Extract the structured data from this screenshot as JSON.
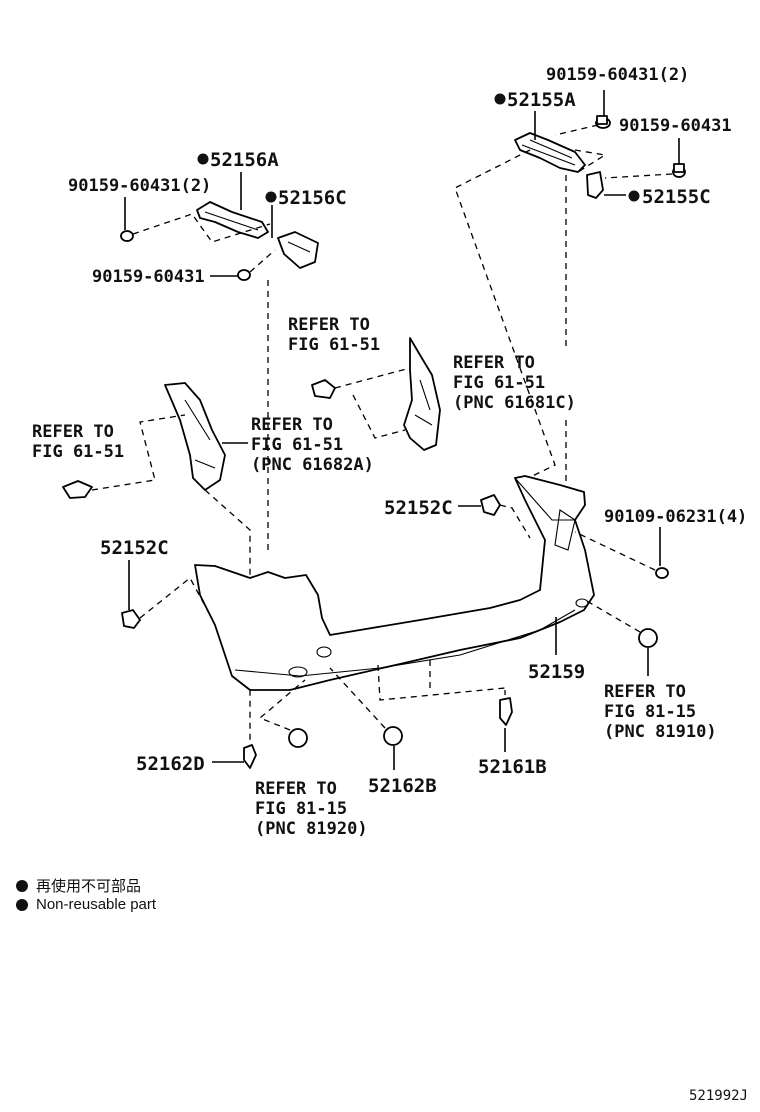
{
  "labels": {
    "p_52155A": "52155A",
    "p_90159_60431_2_top": "90159-60431(2)",
    "p_90159_60431_right": "90159-60431",
    "p_52155C": "52155C",
    "p_52156A": "52156A",
    "p_90159_60431_2_left": "90159-60431(2)",
    "p_52156C": "52156C",
    "p_90159_60431_left": "90159-60431",
    "p_52152C_mid": "52152C",
    "p_52152C_left": "52152C",
    "p_90109_06231_4": "90109-06231(4)",
    "p_52159": "52159",
    "p_52162D": "52162D",
    "p_52162B": "52162B",
    "p_52161B": "52161B"
  },
  "refs": {
    "ref_center": [
      "REFER TO",
      "FIG 61-51"
    ],
    "ref_right": [
      "REFER TO",
      "FIG 61-51",
      "(PNC 61681C)"
    ],
    "ref_left": [
      "REFER TO",
      "FIG 61-51"
    ],
    "ref_mid": [
      "REFER TO",
      "FIG 61-51",
      "(PNC 61682A)"
    ],
    "ref_bottom_right": [
      "REFER TO",
      "FIG 81-15",
      "(PNC 81910)"
    ],
    "ref_bottom_mid": [
      "REFER TO",
      "FIG 81-15",
      "(PNC 81920)"
    ]
  },
  "legend": {
    "line1": "再使用不可部品",
    "line2": "Non-reusable part"
  },
  "figure_code": "521992J",
  "colors": {
    "ink": "#111111",
    "paper": "#ffffff"
  }
}
